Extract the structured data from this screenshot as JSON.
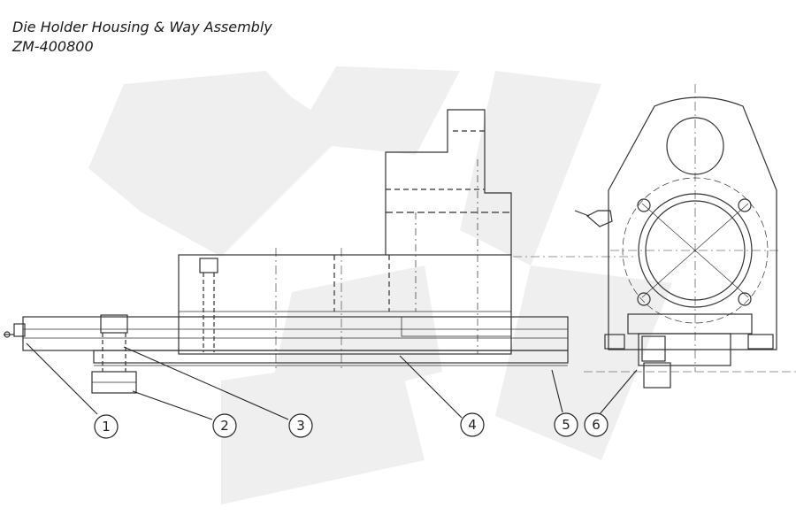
{
  "title": {
    "line1": "Die Holder Housing & Way Assembly",
    "line2": "ZM-400800"
  },
  "callouts": [
    {
      "label": "1"
    },
    {
      "label": "2"
    },
    {
      "label": "3"
    },
    {
      "label": "4"
    },
    {
      "label": "5"
    },
    {
      "label": "6"
    }
  ],
  "colors": {
    "line": "#333333",
    "watermark": "#efefef"
  }
}
